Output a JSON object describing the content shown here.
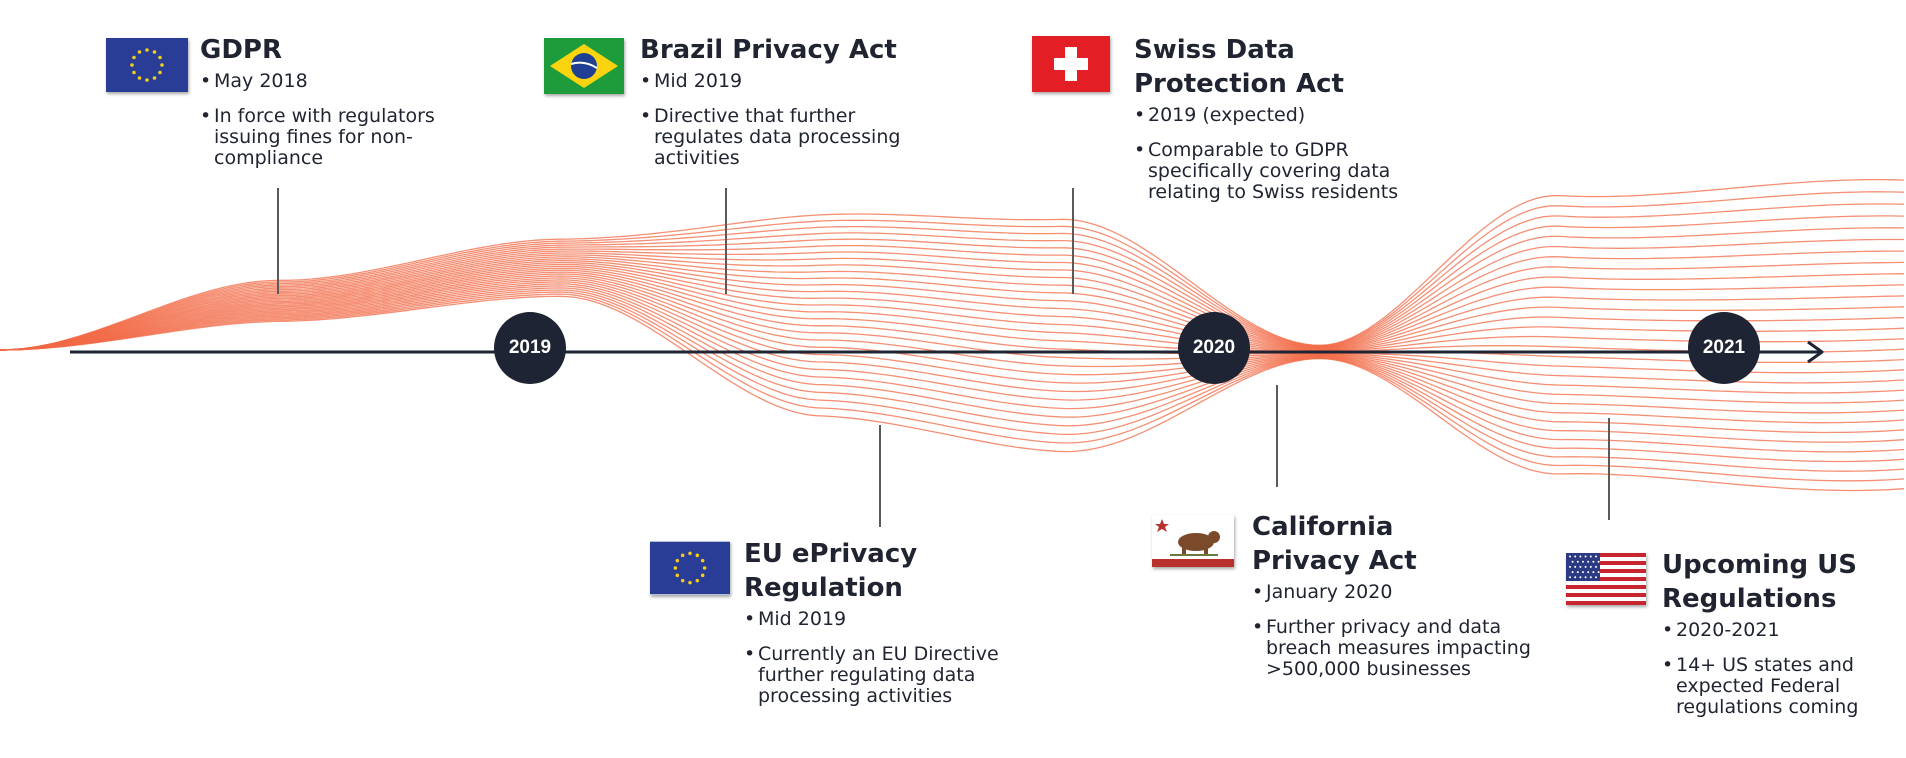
{
  "colors": {
    "wave": "#f26a45",
    "axis": "#1e2433",
    "year_circle": "#1e2433",
    "text": "#1f2430"
  },
  "years": [
    "2019",
    "2020",
    "2021"
  ],
  "events": [
    {
      "title": "GDPR",
      "flag": "eu-flag-icon",
      "bullets": [
        "May 2018",
        "In force with regulators issuing fines for non-compliance"
      ]
    },
    {
      "title": "Brazil Privacy Act",
      "flag": "brazil-flag-icon",
      "bullets": [
        "Mid 2019",
        "Directive that further regulates data processing activities"
      ]
    },
    {
      "title": "Swiss Data Protection Act",
      "flag": "swiss-flag-icon",
      "bullets": [
        "2019 (expected)",
        "Comparable to GDPR specifically covering data relating to Swiss residents"
      ]
    },
    {
      "title": "EU ePrivacy Regulation",
      "flag": "eu-flag-icon",
      "bullets": [
        "Mid 2019",
        "Currently an EU Directive further regulating data processing activities"
      ]
    },
    {
      "title": "California Privacy Act",
      "flag": "california-flag-icon",
      "bullets": [
        "January 2020",
        "Further privacy and data breach measures impacting >500,000 businesses"
      ]
    },
    {
      "title": "Upcoming US Regulations",
      "flag": "us-flag-icon",
      "bullets": [
        "2020-2021",
        "14+ US states and expected Federal regulations coming"
      ]
    }
  ]
}
